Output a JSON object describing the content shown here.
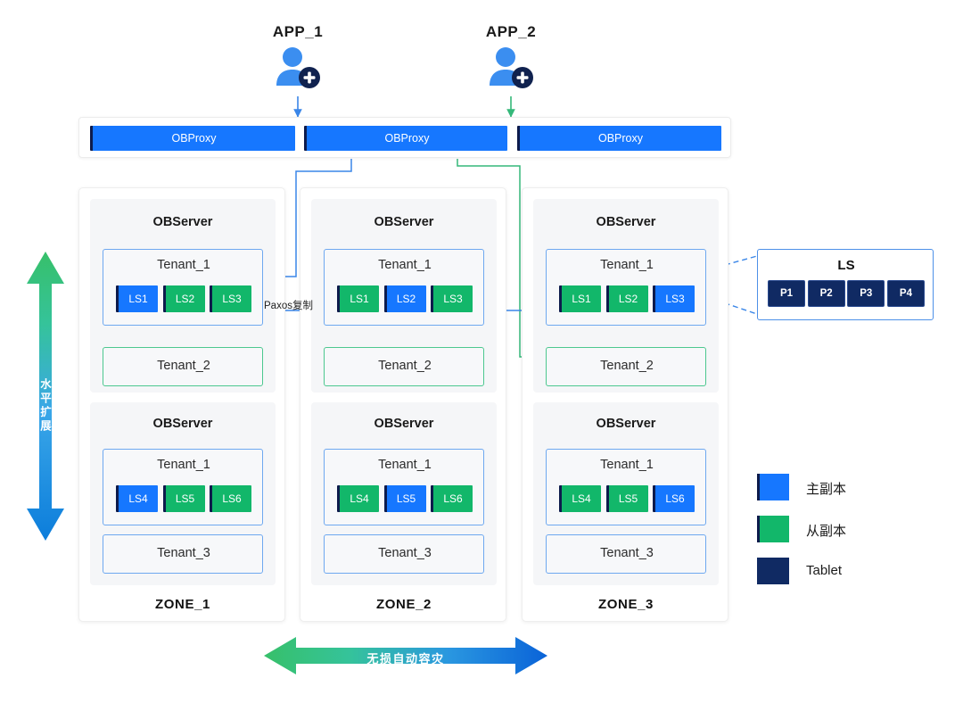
{
  "apps": [
    {
      "label": "APP_1",
      "icon": "user-plus-icon",
      "arrow_color": "#1677ff"
    },
    {
      "label": "APP_2",
      "icon": "user-plus-icon",
      "arrow_color": "#12b76a"
    }
  ],
  "proxies": [
    {
      "label": "OBProxy"
    },
    {
      "label": "OBProxy"
    },
    {
      "label": "OBProxy"
    }
  ],
  "zones": [
    {
      "label": "ZONE_1",
      "servers": [
        {
          "title": "OBServer",
          "tenants": [
            {
              "name": "Tenant_1",
              "border": "blue",
              "units": [
                {
                  "label": "LS1",
                  "role": "primary"
                },
                {
                  "label": "LS2",
                  "role": "secondary"
                },
                {
                  "label": "LS3",
                  "role": "secondary"
                }
              ]
            },
            {
              "name": "Tenant_2",
              "border": "green",
              "units": []
            }
          ]
        },
        {
          "title": "OBServer",
          "tenants": [
            {
              "name": "Tenant_1",
              "border": "blue",
              "units": [
                {
                  "label": "LS4",
                  "role": "primary"
                },
                {
                  "label": "LS5",
                  "role": "secondary"
                },
                {
                  "label": "LS6",
                  "role": "secondary"
                }
              ]
            },
            {
              "name": "Tenant_3",
              "border": "blue",
              "units": []
            }
          ]
        }
      ]
    },
    {
      "label": "ZONE_2",
      "servers": [
        {
          "title": "OBServer",
          "tenants": [
            {
              "name": "Tenant_1",
              "border": "blue",
              "units": [
                {
                  "label": "LS1",
                  "role": "secondary"
                },
                {
                  "label": "LS2",
                  "role": "primary"
                },
                {
                  "label": "LS3",
                  "role": "secondary"
                }
              ]
            },
            {
              "name": "Tenant_2",
              "border": "green",
              "units": []
            }
          ]
        },
        {
          "title": "OBServer",
          "tenants": [
            {
              "name": "Tenant_1",
              "border": "blue",
              "units": [
                {
                  "label": "LS4",
                  "role": "secondary"
                },
                {
                  "label": "LS5",
                  "role": "primary"
                },
                {
                  "label": "LS6",
                  "role": "secondary"
                }
              ]
            },
            {
              "name": "Tenant_3",
              "border": "blue",
              "units": []
            }
          ]
        }
      ]
    },
    {
      "label": "ZONE_3",
      "servers": [
        {
          "title": "OBServer",
          "tenants": [
            {
              "name": "Tenant_1",
              "border": "blue",
              "units": [
                {
                  "label": "LS1",
                  "role": "secondary"
                },
                {
                  "label": "LS2",
                  "role": "secondary"
                },
                {
                  "label": "LS3",
                  "role": "primary"
                }
              ]
            },
            {
              "name": "Tenant_2",
              "border": "green",
              "units": []
            }
          ]
        },
        {
          "title": "OBServer",
          "tenants": [
            {
              "name": "Tenant_1",
              "border": "blue",
              "units": [
                {
                  "label": "LS4",
                  "role": "secondary"
                },
                {
                  "label": "LS5",
                  "role": "secondary"
                },
                {
                  "label": "LS6",
                  "role": "primary"
                }
              ]
            },
            {
              "name": "Tenant_3",
              "border": "blue",
              "units": []
            }
          ]
        }
      ]
    }
  ],
  "ls_detail": {
    "title": "LS",
    "tablets": [
      "P1",
      "P2",
      "P3",
      "P4"
    ]
  },
  "legend": [
    {
      "label": "主副本",
      "color": "#1677ff"
    },
    {
      "label": "从副本",
      "color": "#12b76a"
    },
    {
      "label": "Tablet",
      "color": "#102a63"
    }
  ],
  "annotations": {
    "paxos": "Paxos复制",
    "vertical_arrow": "水平扩展",
    "horizontal_arrow": "无损自动容灾"
  },
  "colors": {
    "primary_blue": "#1677ff",
    "secondary_green": "#12b76a",
    "tablet_navy": "#102a63",
    "gradient_green": "#2fc06a",
    "gradient_blue": "#0c7ddb"
  }
}
